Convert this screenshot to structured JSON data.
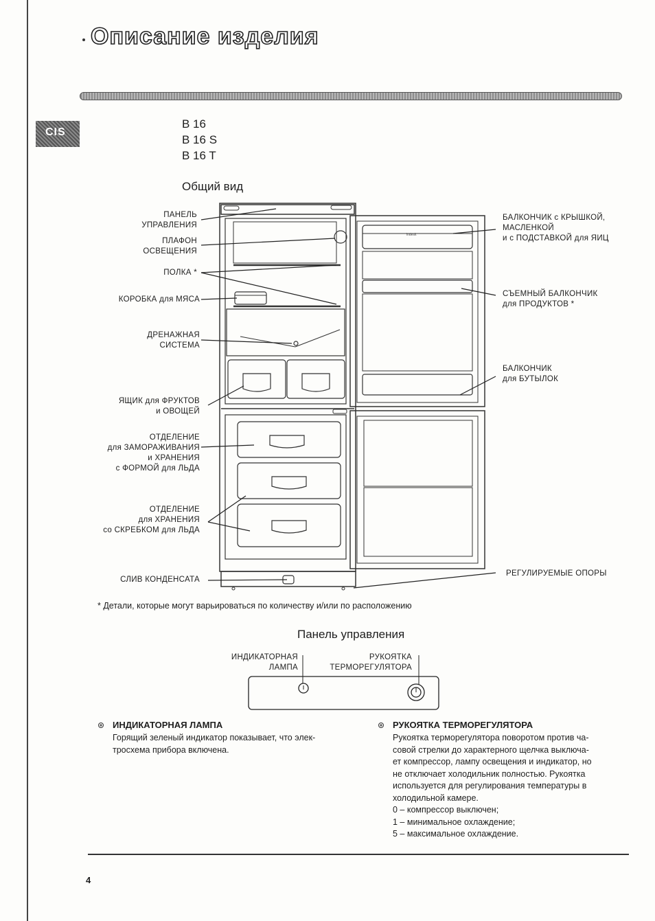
{
  "title": "Описание изделия",
  "lang_tab": "CIS",
  "models": [
    "B 16",
    "B 16 S",
    "B 16 T"
  ],
  "general_view": "Общий вид",
  "labels_left": [
    "ПАНЕЛЬ\nУПРАВЛЕНИЯ",
    "ПЛАФОН\nОСВЕЩЕНИЯ",
    "ПОЛКА *",
    "КОРОБКА для МЯСА",
    "ДРЕНАЖНАЯ\nСИСТЕМА",
    "ЯЩИК для ФРУКТОВ\nи ОВОЩЕЙ",
    "ОТДЕЛЕНИЕ\nдля ЗАМОРАЖИВАНИЯ\nи ХРАНЕНИЯ\nс ФОРМОЙ для ЛЬДА",
    "ОТДЕЛЕНИЕ\nдля ХРАНЕНИЯ\nсо СКРЕБКОМ для ЛЬДА",
    "СЛИВ КОНДЕНСАТА"
  ],
  "labels_right": [
    "БАЛКОНЧИК с КРЫШКОЙ,\nМАСЛЕНКОЙ\nи с ПОДСТАВКОЙ для ЯИЦ",
    "СЪЕМНЫЙ БАЛКОНЧИК\nдля ПРОДУКТОВ *",
    "БАЛКОНЧИК\nдля БУТЫЛОК",
    "РЕГУЛИРУЕМЫЕ ОПОРЫ"
  ],
  "brand_on_balcony": "indesit",
  "footnote": "* Детали, которые могут варьироваться по количеству и/или по расположению",
  "control_panel": {
    "heading": "Панель управления",
    "indicator_label": "ИНДИКАТОРНАЯ\nЛАМПА",
    "knob_label": "РУКОЯТКА\nТЕРМОРЕГУЛЯТОРА"
  },
  "section_indicator": {
    "title": "ИНДИКАТОРНАЯ ЛАМПА",
    "text": "Горящий зеленый индикатор показывает, что элек-\nтросхема прибора включена."
  },
  "section_knob": {
    "title": "РУКОЯТКА ТЕРМОРЕГУЛЯТОРА",
    "text": "Рукоятка терморегулятора поворотом против ча-\nсовой стрелки до характерного щелчка выключа-\nет компрессор, лампу освещения и индикатор, но\nне отключает холодильник полностью. Рукоятка\nиспользуется для регулирования температуры в\nхолодильной камере.\n0 – компрессор выключен;\n1 – минимальное охлаждение;\n5 – максимальное охлаждение."
  },
  "page_number": "4"
}
